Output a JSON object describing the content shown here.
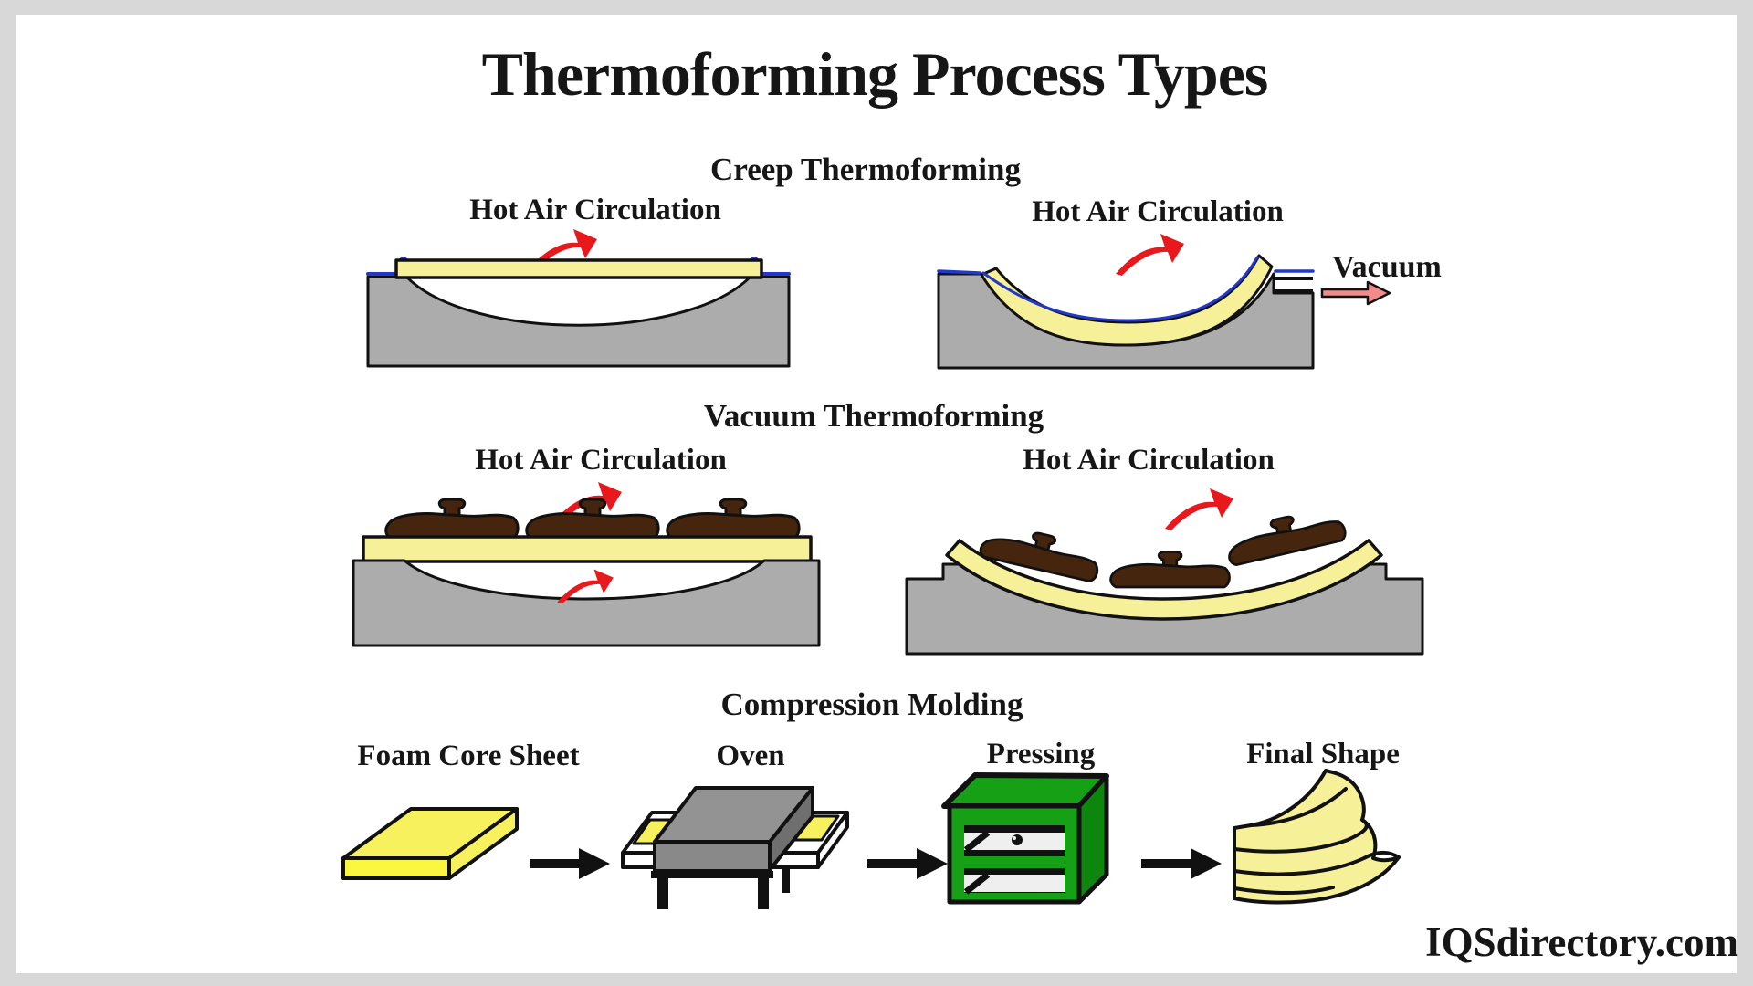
{
  "title": "Thermoforming Process Types",
  "watermark": "IQSdirectory.com",
  "sections": {
    "creep": {
      "heading": "Creep Thermoforming",
      "left_label": "Hot Air Circulation",
      "right_label": "Hot Air Circulation",
      "vacuum_label": "Vacuum"
    },
    "vacuum": {
      "heading": "Vacuum Thermoforming",
      "left_label": "Hot Air Circulation",
      "right_label": "Hot Air Circulation"
    },
    "compression": {
      "heading": "Compression Molding",
      "steps": [
        {
          "label": "Foam Core Sheet"
        },
        {
          "label": "Oven"
        },
        {
          "label": "Pressing"
        },
        {
          "label": "Final Shape"
        }
      ]
    }
  },
  "colors": {
    "background_frame": "#d8d8d8",
    "page": "#ffffff",
    "text": "#161616",
    "mold_gray": "#acacac",
    "sheet_yellow": "#f6f098",
    "foam_yellow": "#f8f15e",
    "foam_edge_yellow": "#fbf63f",
    "oven_gray_top": "#939393",
    "oven_gray_front": "#898989",
    "oven_gray_side": "#6f6f6f",
    "press_green": "#16a016",
    "press_green_dark": "#0c860c",
    "lump_brown": "#45250e",
    "hot_air_red": "#e8191c",
    "vacuum_pink": "#f28c8c",
    "clamp_blue": "#2238c8",
    "outline": "#111111"
  }
}
